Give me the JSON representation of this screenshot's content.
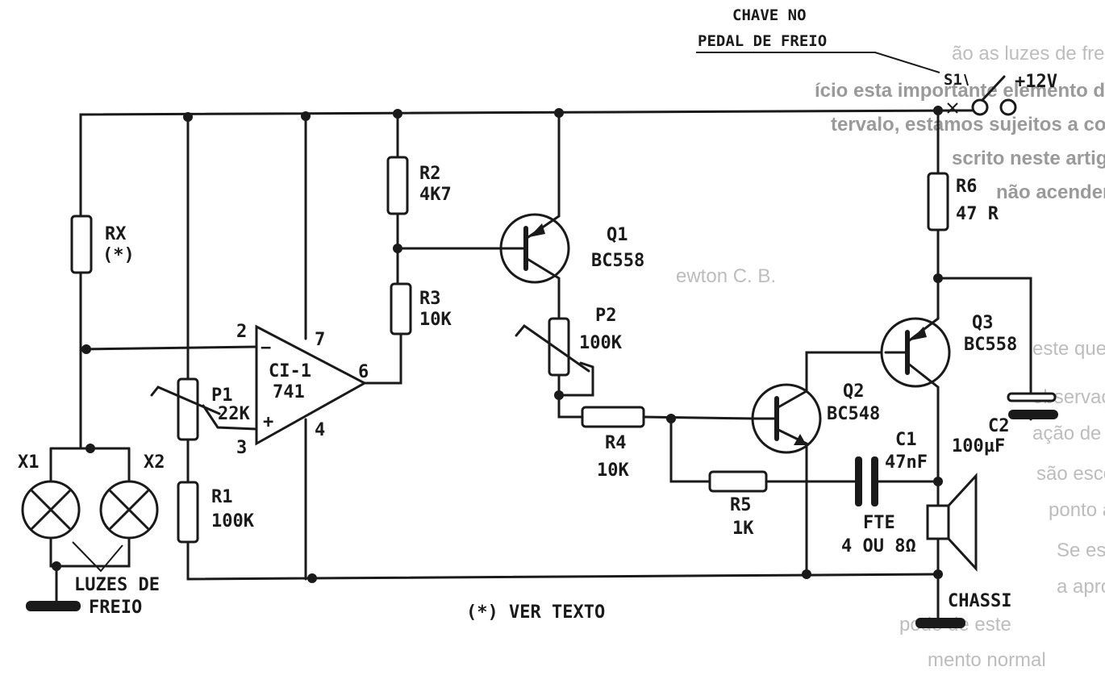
{
  "title_switch": [
    "CHAVE NO",
    "PEDAL DE FREIO"
  ],
  "supply": {
    "switch": "S1",
    "voltage": "+12V"
  },
  "components": {
    "rx": {
      "name": "RX",
      "note": "(*)"
    },
    "r2": {
      "name": "R2",
      "value": "4K7"
    },
    "r3": {
      "name": "R3",
      "value": "10K"
    },
    "q1": {
      "name": "Q1",
      "value": "BC558"
    },
    "p2": {
      "name": "P2",
      "value": "100K"
    },
    "r6": {
      "name": "R6",
      "value": "47 R"
    },
    "q3": {
      "name": "Q3",
      "value": "BC558"
    },
    "ic": {
      "name": "CI-1",
      "value": "741",
      "pin2": "2",
      "pin3": "3",
      "pin4": "4",
      "pin6": "6",
      "pin7": "7",
      "minus": "−",
      "plus": "+"
    },
    "p1": {
      "name": "P1",
      "value": "22K"
    },
    "r1": {
      "name": "R1",
      "value": "100K"
    },
    "q2": {
      "name": "Q2",
      "value": "BC548"
    },
    "r4": {
      "name": "R4",
      "value": "10K"
    },
    "r5": {
      "name": "R5",
      "value": "1K"
    },
    "c1": {
      "name": "C1",
      "value": "47nF"
    },
    "c2": {
      "name": "C2",
      "value": "100µF"
    },
    "fte": {
      "name": "FTE",
      "value": "4 OU 8Ω"
    },
    "x1": {
      "name": "X1"
    },
    "x2": {
      "name": "X2"
    }
  },
  "labels": {
    "lamps": [
      "LUZES DE",
      "FREIO"
    ],
    "chassis": "CHASSI",
    "note": "(*) VER TEXTO"
  },
  "background_text": [
    "ão as luzes de freio deve ser instalado de modo",
    "ício esta importante elemento de segurança do veículo",
    "tervalo, estamos sujeitos a colisão traseira. Tivemos",
    "scrito neste artigo, um sinalizador de grande eficiê",
    "não acender uma das luzes de freio.",
    "ewton C. B.",
    "este que no intervalo entre as",
    "observações em que for o elemento",
    "ação de aplicação ao de fácil",
    "são escolhida, e sem fim",
    "ponto à saída e à ligação",
    "Se esta pode, a menção",
    "a apropriadamente",
    "pode de este",
    "mento normal"
  ]
}
